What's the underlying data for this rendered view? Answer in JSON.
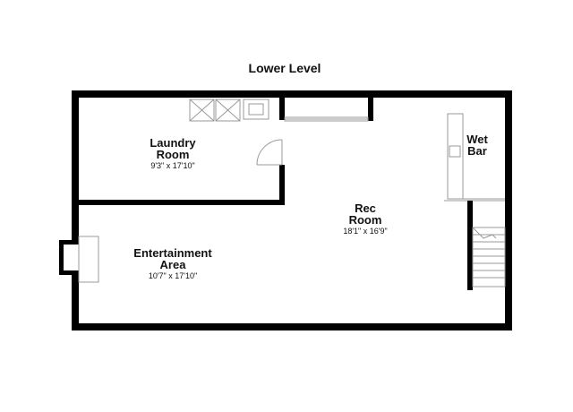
{
  "plan": {
    "title": "Lower Level",
    "rooms": {
      "laundry": {
        "name_line1": "Laundry",
        "name_line2": "Room",
        "dimensions": "9'3\" x 17'10\""
      },
      "rec": {
        "name_line1": "Rec",
        "name_line2": "Room",
        "dimensions": "18'1\" x 16'9\""
      },
      "wet_bar": {
        "name_line1": "Wet",
        "name_line2": "Bar"
      },
      "entertainment": {
        "name_line1": "Entertainment",
        "name_line2": "Area",
        "dimensions": "10'7\" x 17'10\""
      }
    },
    "colors": {
      "wall": "#000000",
      "fixture": "#9a9a9a",
      "text": "#111111"
    }
  }
}
